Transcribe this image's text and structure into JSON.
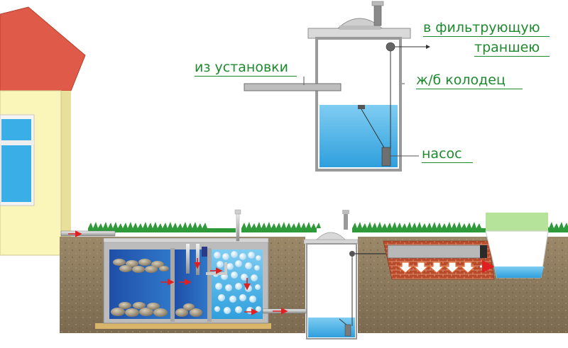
{
  "labels": {
    "to_filter_line1": "в фильтрующую",
    "to_filter_line2": "траншею",
    "from_unit": "из установки",
    "concrete_well": "ж/б колодец",
    "pump": "насос"
  },
  "colors": {
    "label_text": "#1e8a2e",
    "roof": "#e05a4a",
    "house_wall": "#faf5b8",
    "soil": "#8f7b5f",
    "water": "#3aaee6",
    "grass": "#2f9a3a",
    "concrete": "#c9c9c9",
    "flow_arrow": "#e02020"
  }
}
